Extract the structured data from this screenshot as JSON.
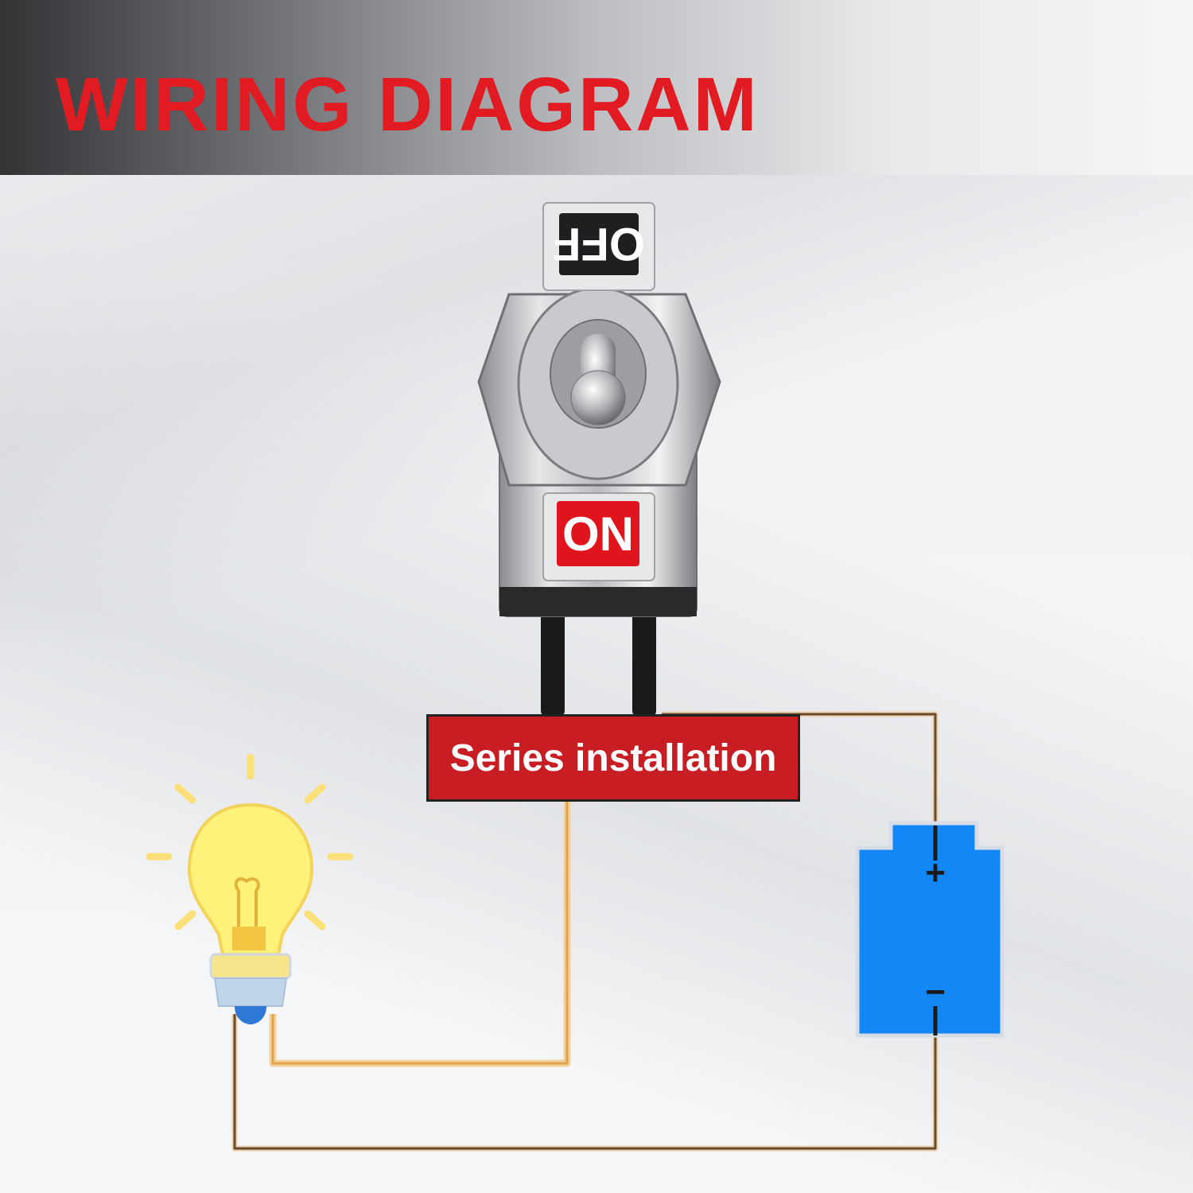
{
  "header": {
    "title": "WIRING DIAGRAM"
  },
  "switch": {
    "off_label": "OFF",
    "on_label": "ON"
  },
  "circuit": {
    "label": "Series installation"
  },
  "battery": {
    "positive_sign": "+",
    "negative_sign": "−"
  },
  "colors": {
    "title_red": "#e21b22",
    "label_red": "#c91d24",
    "battery_blue": "#1387f5",
    "bulb_yellow": "#fff27a",
    "wire_brown": "#8a6a45",
    "wire_orange": "#e9b86b"
  }
}
